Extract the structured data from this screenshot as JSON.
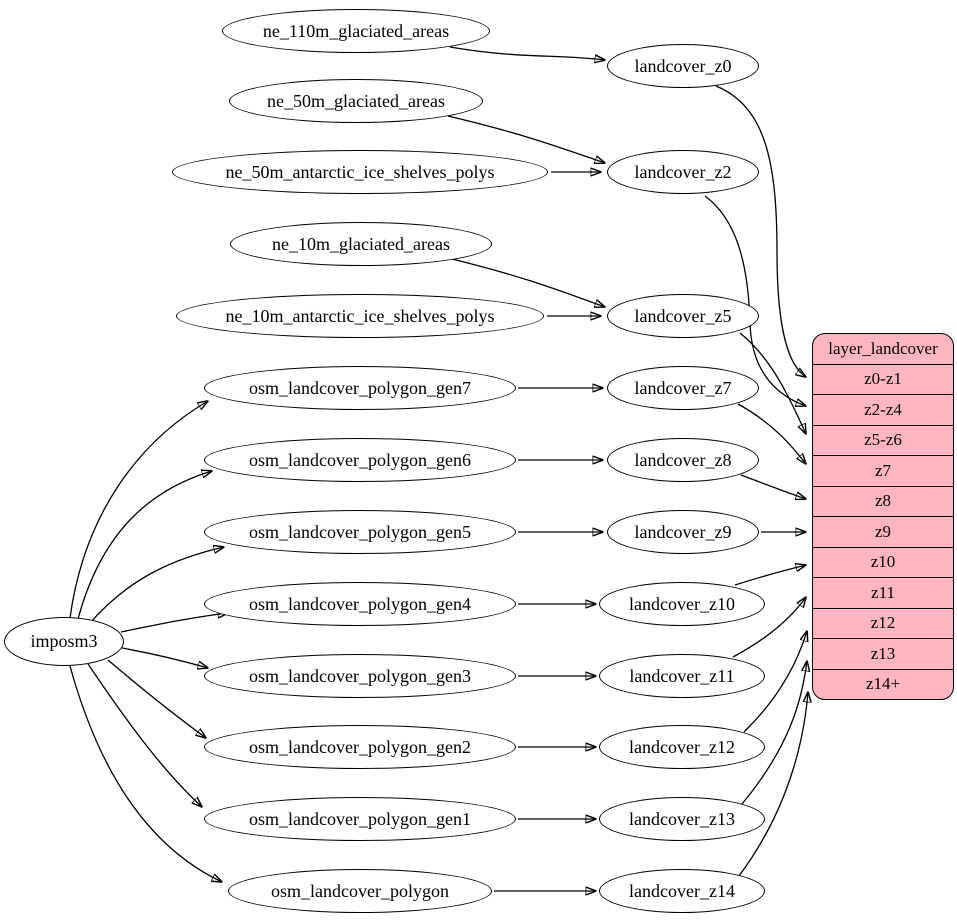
{
  "diagram": {
    "type": "flowchart",
    "nodes": {
      "imposm3": "imposm3",
      "sources": [
        "ne_110m_glaciated_areas",
        "ne_50m_glaciated_areas",
        "ne_50m_antarctic_ice_shelves_polys",
        "ne_10m_glaciated_areas",
        "ne_10m_antarctic_ice_shelves_polys",
        "osm_landcover_polygon_gen7",
        "osm_landcover_polygon_gen6",
        "osm_landcover_polygon_gen5",
        "osm_landcover_polygon_gen4",
        "osm_landcover_polygon_gen3",
        "osm_landcover_polygon_gen2",
        "osm_landcover_polygon_gen1",
        "osm_landcover_polygon"
      ],
      "stages": [
        "landcover_z0",
        "landcover_z2",
        "landcover_z5",
        "landcover_z7",
        "landcover_z8",
        "landcover_z9",
        "landcover_z10",
        "landcover_z11",
        "landcover_z12",
        "landcover_z13",
        "landcover_z14"
      ]
    },
    "record": {
      "title": "layer_landcover",
      "rows": [
        "z0-z1",
        "z2-z4",
        "z5-z6",
        "z7",
        "z8",
        "z9",
        "z10",
        "z11",
        "z12",
        "z13",
        "z14+"
      ]
    },
    "edges": [
      {
        "from": "ne_110m_glaciated_areas",
        "to": "landcover_z0"
      },
      {
        "from": "ne_50m_glaciated_areas",
        "to": "landcover_z2"
      },
      {
        "from": "ne_50m_antarctic_ice_shelves_polys",
        "to": "landcover_z2"
      },
      {
        "from": "ne_10m_glaciated_areas",
        "to": "landcover_z5"
      },
      {
        "from": "ne_10m_antarctic_ice_shelves_polys",
        "to": "landcover_z5"
      },
      {
        "from": "imposm3",
        "to": "osm_landcover_polygon_gen7"
      },
      {
        "from": "imposm3",
        "to": "osm_landcover_polygon_gen6"
      },
      {
        "from": "imposm3",
        "to": "osm_landcover_polygon_gen5"
      },
      {
        "from": "imposm3",
        "to": "osm_landcover_polygon_gen4"
      },
      {
        "from": "imposm3",
        "to": "osm_landcover_polygon_gen3"
      },
      {
        "from": "imposm3",
        "to": "osm_landcover_polygon_gen2"
      },
      {
        "from": "imposm3",
        "to": "osm_landcover_polygon_gen1"
      },
      {
        "from": "imposm3",
        "to": "osm_landcover_polygon"
      },
      {
        "from": "osm_landcover_polygon_gen7",
        "to": "landcover_z7"
      },
      {
        "from": "osm_landcover_polygon_gen6",
        "to": "landcover_z8"
      },
      {
        "from": "osm_landcover_polygon_gen5",
        "to": "landcover_z9"
      },
      {
        "from": "osm_landcover_polygon_gen4",
        "to": "landcover_z10"
      },
      {
        "from": "osm_landcover_polygon_gen3",
        "to": "landcover_z11"
      },
      {
        "from": "osm_landcover_polygon_gen2",
        "to": "landcover_z12"
      },
      {
        "from": "osm_landcover_polygon_gen1",
        "to": "landcover_z13"
      },
      {
        "from": "osm_landcover_polygon",
        "to": "landcover_z14"
      },
      {
        "from": "landcover_z0",
        "to": "layer_landcover:z0-z1"
      },
      {
        "from": "landcover_z2",
        "to": "layer_landcover:z2-z4"
      },
      {
        "from": "landcover_z5",
        "to": "layer_landcover:z5-z6"
      },
      {
        "from": "landcover_z7",
        "to": "layer_landcover:z7"
      },
      {
        "from": "landcover_z8",
        "to": "layer_landcover:z8"
      },
      {
        "from": "landcover_z9",
        "to": "layer_landcover:z9"
      },
      {
        "from": "landcover_z10",
        "to": "layer_landcover:z10"
      },
      {
        "from": "landcover_z11",
        "to": "layer_landcover:z11"
      },
      {
        "from": "landcover_z12",
        "to": "layer_landcover:z12"
      },
      {
        "from": "landcover_z13",
        "to": "layer_landcover:z13"
      },
      {
        "from": "landcover_z14",
        "to": "layer_landcover:z14+"
      }
    ],
    "colors": {
      "record_fill": "#ffb6c1",
      "node_fill": "#ffffff",
      "stroke": "#000000"
    }
  }
}
